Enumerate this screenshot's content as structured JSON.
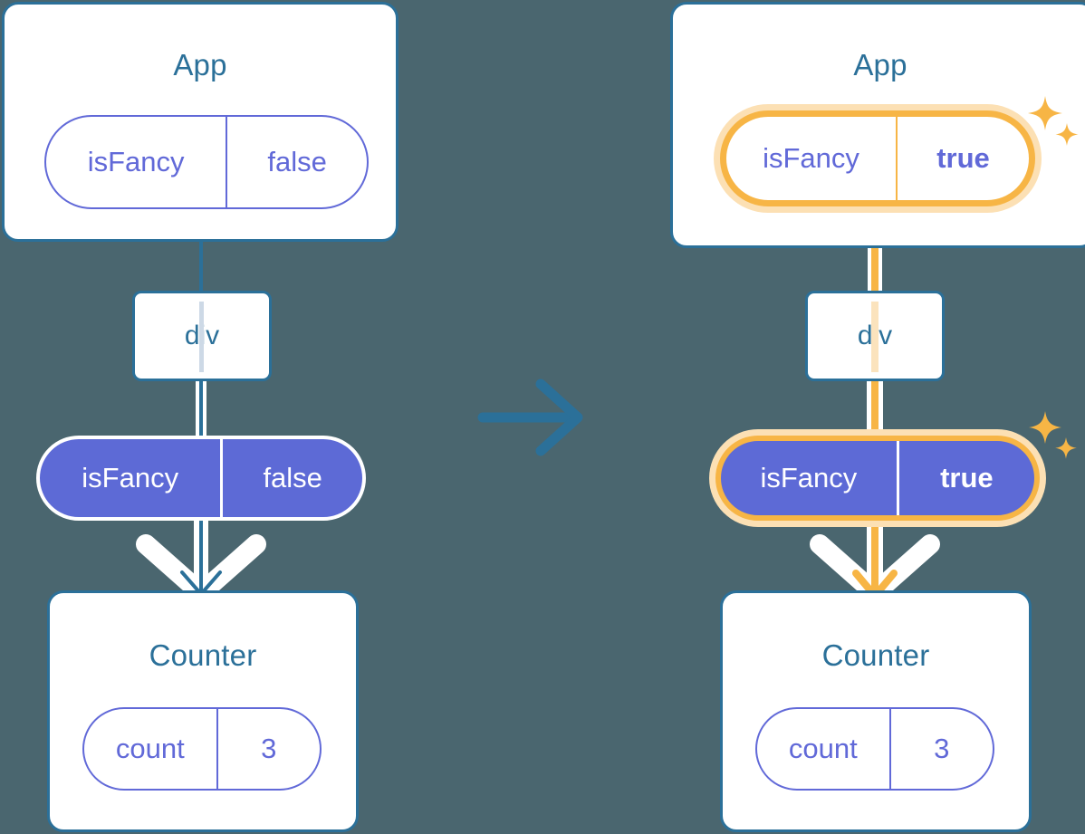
{
  "meta": {
    "background_color": "#4a666f",
    "card_border_color": "#2b7099",
    "title_color": "#2b7099",
    "pill_purple": "#6169d8",
    "pill_fill_purple": "#5d6ad6",
    "highlight_orange": "#f7b545",
    "highlight_glow": "#fce0b4",
    "white": "#ffffff"
  },
  "transition_arrow": {
    "icon": "arrow-right-icon",
    "color": "#2b7099"
  },
  "before": {
    "app_card": {
      "title": "App",
      "state_pill": {
        "key": "isFancy",
        "value": "false",
        "style": "outline",
        "highlighted": false
      }
    },
    "dom_node": {
      "label": "div"
    },
    "props_pill": {
      "key": "isFancy",
      "value": "false",
      "style": "filled",
      "highlighted": false
    },
    "counter_card": {
      "title": "Counter",
      "state_pill": {
        "key": "count",
        "value": "3",
        "style": "outline",
        "highlighted": false
      }
    },
    "edges": {
      "app_to_div": {
        "color": "#2b7099"
      },
      "div_to_props": {
        "color": "#2b7099"
      },
      "props_to_counter": {
        "icon": "arrow-down-icon",
        "color": "#2b7099"
      }
    }
  },
  "after": {
    "app_card": {
      "title": "App",
      "state_pill": {
        "key": "isFancy",
        "value": "true",
        "style": "outline",
        "highlighted": true,
        "sparkle": "sparkles-icon"
      }
    },
    "dom_node": {
      "label": "div"
    },
    "props_pill": {
      "key": "isFancy",
      "value": "true",
      "style": "filled",
      "highlighted": true,
      "sparkle": "sparkles-icon"
    },
    "counter_card": {
      "title": "Counter",
      "state_pill": {
        "key": "count",
        "value": "3",
        "style": "outline",
        "highlighted": false
      }
    },
    "edges": {
      "app_to_div": {
        "color": "#f7b545"
      },
      "div_to_props": {
        "color": "#f7b545"
      },
      "props_to_counter": {
        "icon": "arrow-down-icon",
        "color": "#f7b545"
      }
    }
  }
}
